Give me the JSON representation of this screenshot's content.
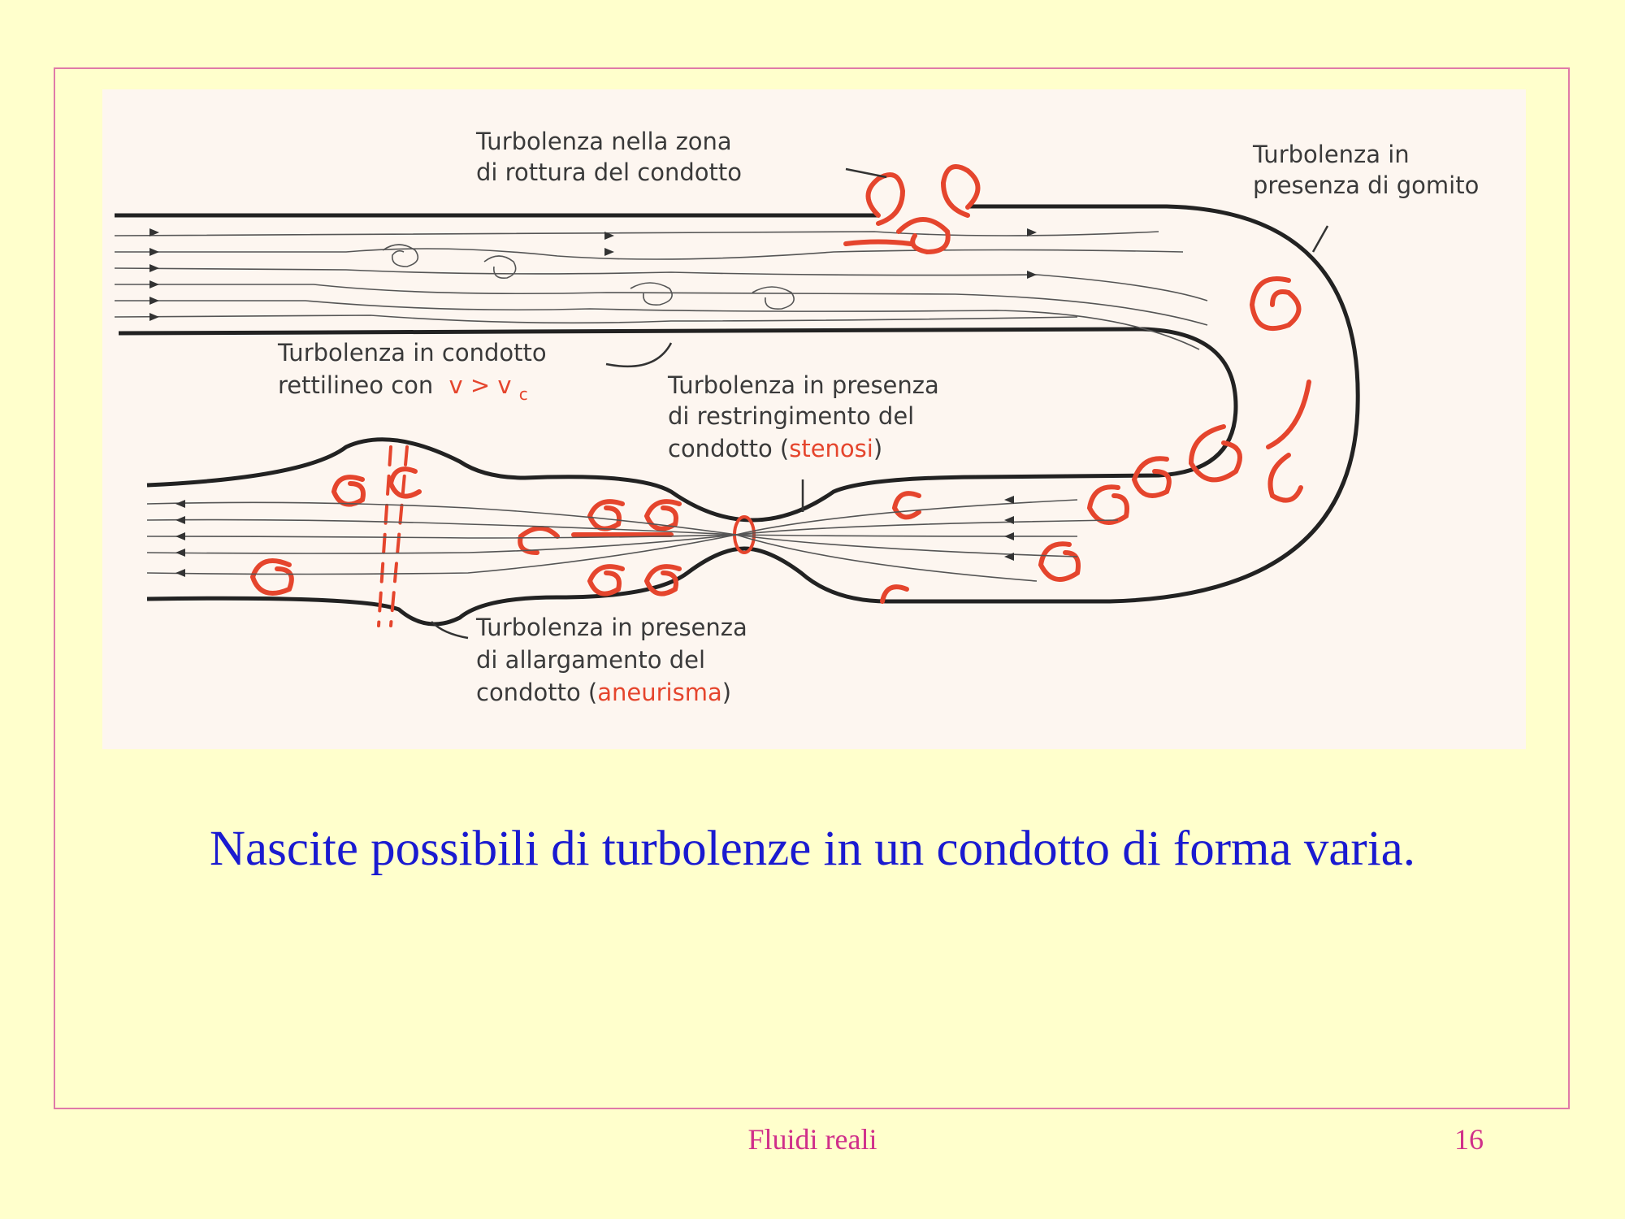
{
  "figure": {
    "label_rottura_1": "Turbolenza nella zona",
    "label_rottura_2": "di rottura del condotto",
    "label_gomito_1": "Turbolenza in",
    "label_gomito_2": "presenza di gomito",
    "label_rettilineo_1": "Turbolenza in condotto",
    "label_rettilineo_2_prefix": "rettilineo con",
    "label_rettilineo_2_formula": "v > v",
    "label_rettilineo_2_sub": "c",
    "label_stenosi_1": "Turbolenza in presenza",
    "label_stenosi_2": "di restringimento del",
    "label_stenosi_3_prefix": "condotto (",
    "label_stenosi_3_term": "stenosi",
    "label_stenosi_3_suffix": ")",
    "label_aneurisma_1": "Turbolenza in presenza",
    "label_aneurisma_2": "di allargamento del",
    "label_aneurisma_3_prefix": "condotto (",
    "label_aneurisma_3_term": "aneurisma",
    "label_aneurisma_3_suffix": ")"
  },
  "caption": "Nascite possibili di turbolenze in un condotto di forma varia.",
  "footer": {
    "title": "Fluidi reali",
    "page_number": "16"
  },
  "colors": {
    "background": "#ffffcc",
    "frame": "#e07aa8",
    "caption": "#1a1ad0",
    "footer": "#d0308a",
    "turbulence": "#e5452d"
  }
}
